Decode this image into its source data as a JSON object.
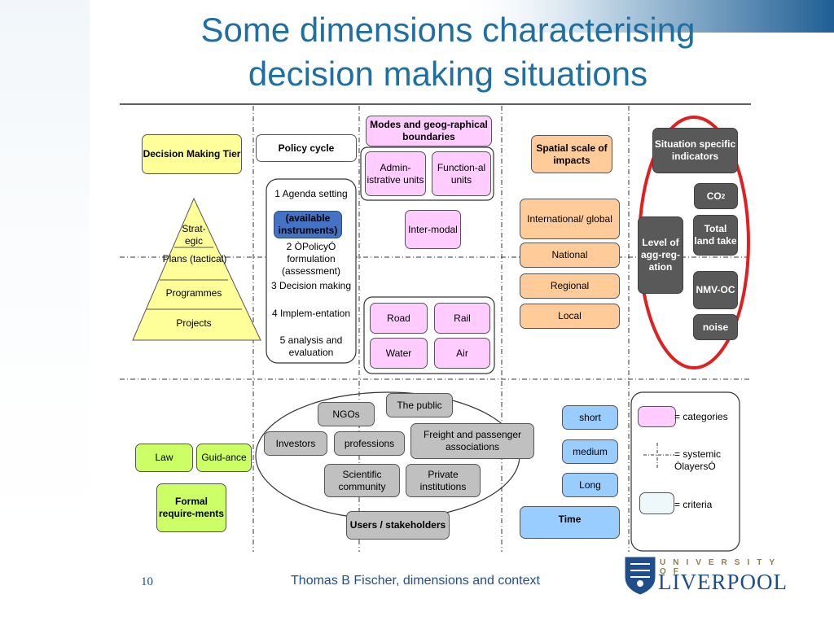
{
  "slide": {
    "title_line1": "Some dimensions characterising",
    "title_line2": "decision making situations",
    "page_number": "10",
    "footer": "Thomas B Fischer, dimensions and context",
    "university_top": "UNIVERSITY OF",
    "university_name": "LIVERPOOL"
  },
  "tier": {
    "header": "Decision Making Tier",
    "levels": [
      "Strat-egic",
      "Plans (tactical)",
      "Programmes",
      "Projects"
    ]
  },
  "policy_cycle": {
    "header": "Policy cycle",
    "step1": "1 Agenda setting",
    "instruments": "(available instruments)",
    "step2": "2 ÒPolicyÓ formulation (assessment)",
    "step3": "3 Decision making",
    "step4": "4 Implem-entation",
    "step5": "5 analysis and evaluation"
  },
  "modes": {
    "header": "Modes and geog-raphical boundaries",
    "admin": "Admin-istrative units",
    "functional": "Function-al units",
    "intermodal": "Inter-modal",
    "road": "Road",
    "rail": "Rail",
    "water": "Water",
    "air": "Air"
  },
  "spatial": {
    "header": "Spatial scale of impacts",
    "levels": [
      "International/ global",
      "National",
      "Regional",
      "Local"
    ]
  },
  "indicators": {
    "header": "Situation specific indicators",
    "co2": "CO",
    "co2_sub": "2",
    "level": "Level of agg-reg-ation",
    "land": "Total land take",
    "nmvoc": "NMV-OC",
    "noise": "noise"
  },
  "requirements": {
    "law": "Law",
    "guidance": "Guid-ance",
    "formal": "Formal require-ments"
  },
  "users": {
    "public": "The public",
    "ngos": "NGOs",
    "freight": "Freight and passenger associations",
    "investors": "Investors",
    "professions": "professions",
    "scientific": "Scientific community",
    "private": "Private institutions",
    "label": "Users / stakeholders"
  },
  "time": {
    "short": "short",
    "medium": "medium",
    "long": "Long",
    "label": "Time"
  },
  "legend": {
    "categories": "= categories",
    "systemic": "= systemic ÒlayersÓ",
    "criteria": "= criteria"
  },
  "colors": {
    "title": "#1f6fa0",
    "highlight_ring": "#e02020",
    "yellow": "#ffff99",
    "pink": "#ffccff",
    "orange": "#ffcc99",
    "blue": "#99ccff",
    "green": "#ccff66",
    "grey": "#c0c0c0",
    "dark": "#595959"
  }
}
